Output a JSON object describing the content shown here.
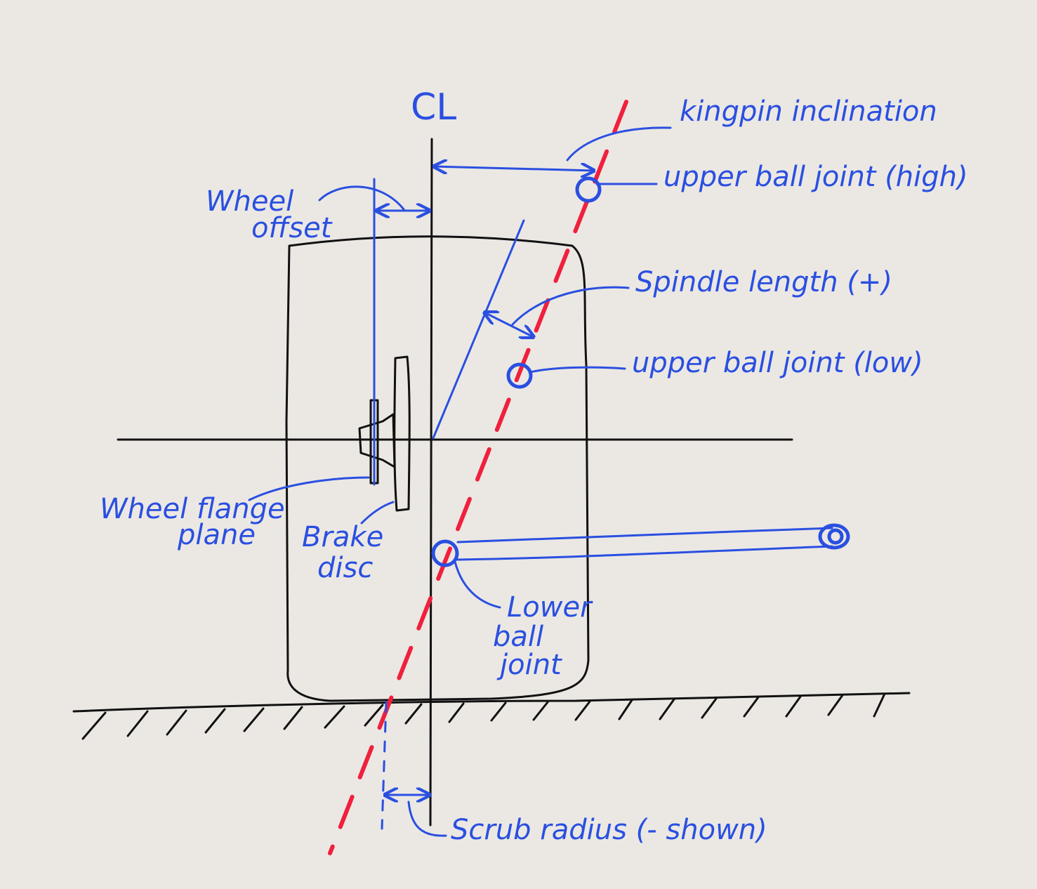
{
  "diagram": {
    "centerline_symbol": "CL",
    "labels": {
      "kingpin_inclination": "kingpin inclination",
      "upper_ball_joint_high": "upper ball joint (high)",
      "wheel_offset_line1": "Wheel",
      "wheel_offset_line2": "offset",
      "spindle_length": "Spindle length (+)",
      "upper_ball_joint_low": "upper ball joint (low)",
      "wheel_flange_plane_line1": "Wheel flange",
      "wheel_flange_plane_line2": "plane",
      "brake_disc_line1": "Brake",
      "brake_disc_line2": "disc",
      "lower_ball_joint_line1": "Lower",
      "lower_ball_joint_line2": "ball",
      "lower_ball_joint_line3": "joint",
      "scrub_radius": "Scrub radius (- shown)"
    },
    "colors": {
      "background": "#ebe8e4",
      "ink": "#111111",
      "annotation": "#2a4fe0",
      "kingpin_axis": "#f0203c"
    }
  }
}
